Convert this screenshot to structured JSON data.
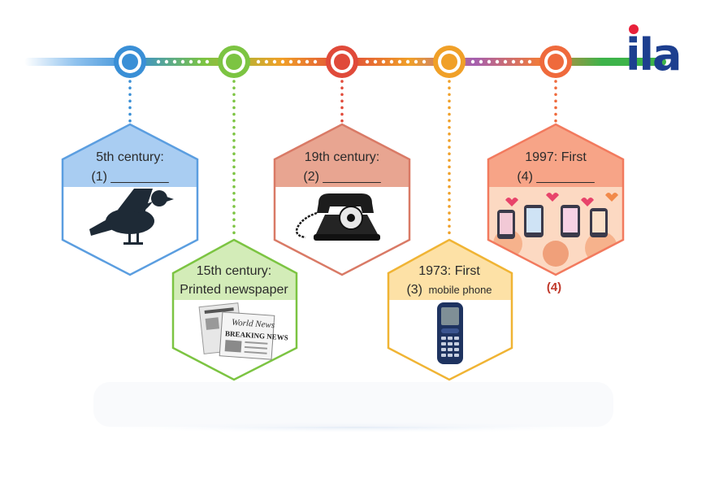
{
  "brand": {
    "logo_text": "ila",
    "logo_color": "#1d3f8f",
    "dot_color": "#e8203a"
  },
  "timeline": {
    "colors": {
      "blue": "#3a8fd6",
      "green": "#7cc442",
      "red": "#e04a3a",
      "orange": "#f0a028",
      "orange2": "#ef7a3c",
      "purple": "#a45fb0",
      "greenend": "#3db34a"
    },
    "cards": [
      {
        "id": "pigeon",
        "line1": "5th century:",
        "line2": "(1) ________",
        "image": "pigeon-icon",
        "color": "#5b9ee0",
        "header_bg": "#a9cdf2"
      },
      {
        "id": "newspaper",
        "line1": "15th century:",
        "line2": "Printed newspaper",
        "image": "newspaper-icon",
        "paper_title": "World News",
        "paper_headline": "BREAKING NEWS",
        "color": "#7cc442",
        "header_bg": "#d3ecb8"
      },
      {
        "id": "telephone",
        "line1": "19th century:",
        "line2": "(2) ________",
        "image": "telephone-icon",
        "color": "#d97a66",
        "header_bg": "#e8a591"
      },
      {
        "id": "mobile",
        "line1": "1973: First",
        "line2_prefix": "(3)",
        "line2": "mobile phone",
        "image": "mobile-phone-icon",
        "color": "#f0b434",
        "header_bg": "#fde1a6"
      },
      {
        "id": "dating",
        "line1": "1997: First",
        "line2": "(4) ________",
        "image": "dating-apps-icon",
        "color": "#f27a5e",
        "header_bg": "#f7a487"
      }
    ],
    "reference_label": "(4)"
  }
}
